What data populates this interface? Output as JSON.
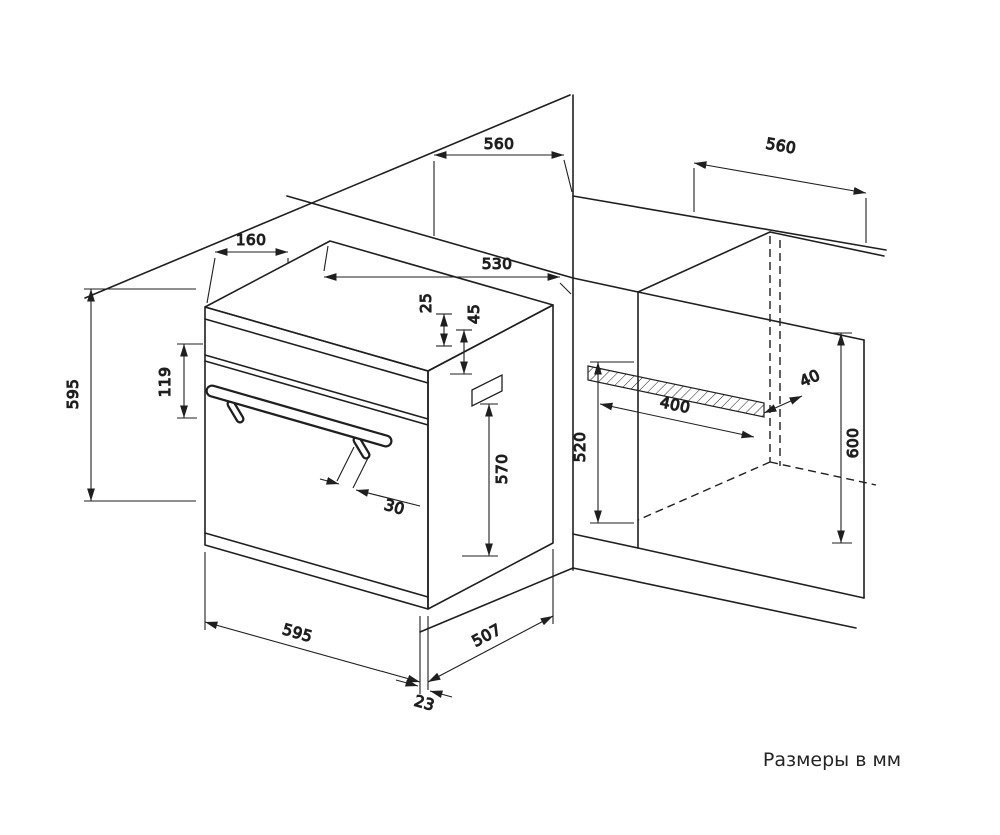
{
  "caption": "Размеры в мм",
  "dims": {
    "niche_depth_left": "560",
    "niche_depth_right": "560",
    "cutout_width": "530",
    "front_panel_depth": "160",
    "top_gap": "25",
    "panel_height": "45",
    "control_zone_height": "119",
    "oven_height": "595",
    "door_height": "570",
    "base_opening_height": "520",
    "niche_height": "600",
    "vent_opening_width": "400",
    "rear_gap": "40",
    "handle_depth": "30",
    "oven_width": "595",
    "oven_depth": "507",
    "door_overhang": "23"
  }
}
